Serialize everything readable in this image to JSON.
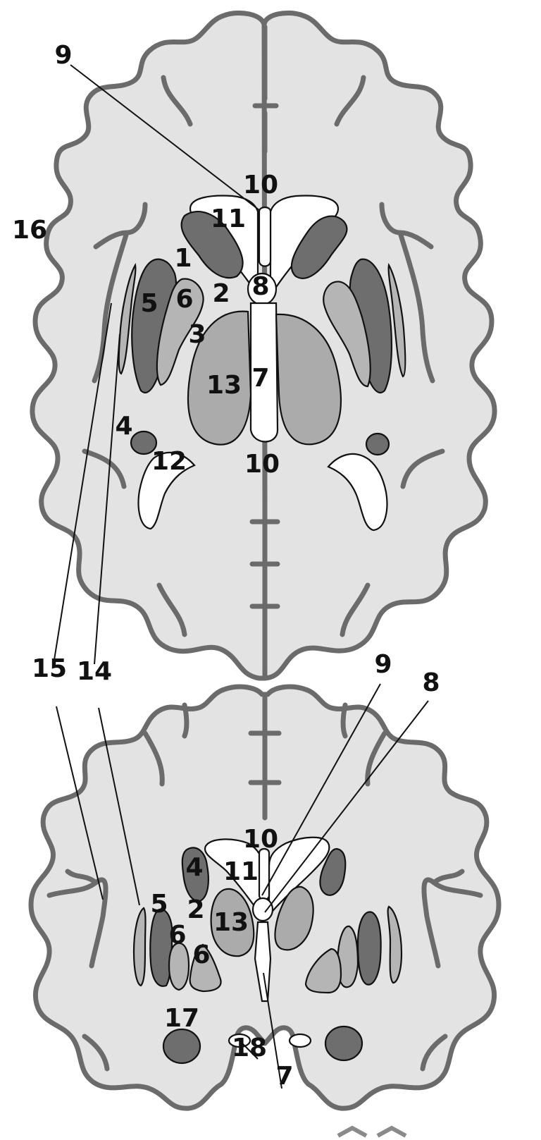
{
  "labels": {
    "top": {
      "l1": "1",
      "l2": "2",
      "l3": "3",
      "l4": "4",
      "l5": "5",
      "l6": "6",
      "l7": "7",
      "l8": "8",
      "l9": "9",
      "l10a": "10",
      "l10b": "10",
      "l11": "11",
      "l12": "12",
      "l13": "13",
      "l16": "16"
    },
    "shared": {
      "l14": "14",
      "l15": "15"
    },
    "bottom": {
      "l2": "2",
      "l4": "4",
      "l5": "5",
      "l6a": "6",
      "l6b": "6",
      "l7": "7",
      "l8": "8",
      "l9": "9",
      "l10": "10",
      "l11": "11",
      "l13": "13",
      "l17": "17",
      "l18": "18"
    }
  },
  "colors": {
    "cortex_fill": "#e3e3e3",
    "cortex_outline": "#6b6b6b",
    "ventricle": "#ffffff",
    "dark_nucleus": "#6e6e6e",
    "medium_nucleus": "#b5b5b5",
    "thalamus": "#ababab"
  }
}
